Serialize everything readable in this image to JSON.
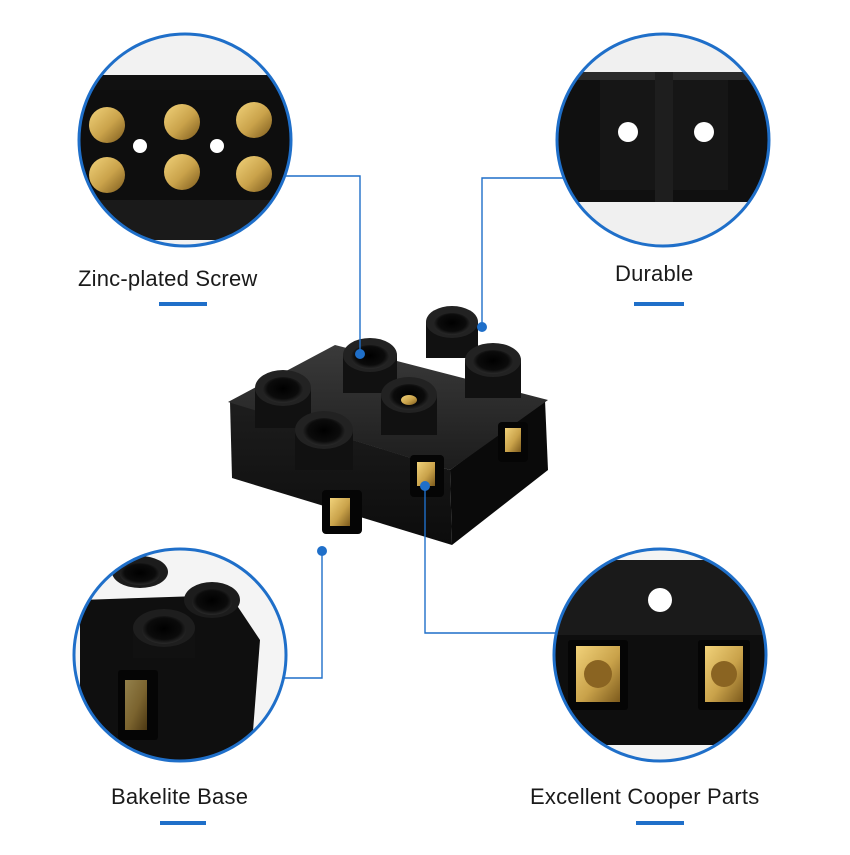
{
  "colors": {
    "accent": "#1f6fc9",
    "body": "#151515",
    "brass": "#c9a24a",
    "text": "#1a1a1a"
  },
  "features": [
    {
      "label": "Zinc-plated Screw"
    },
    {
      "label": "Durable"
    },
    {
      "label": "Bakelite Base"
    },
    {
      "label": "Excellent Cooper Parts"
    }
  ]
}
